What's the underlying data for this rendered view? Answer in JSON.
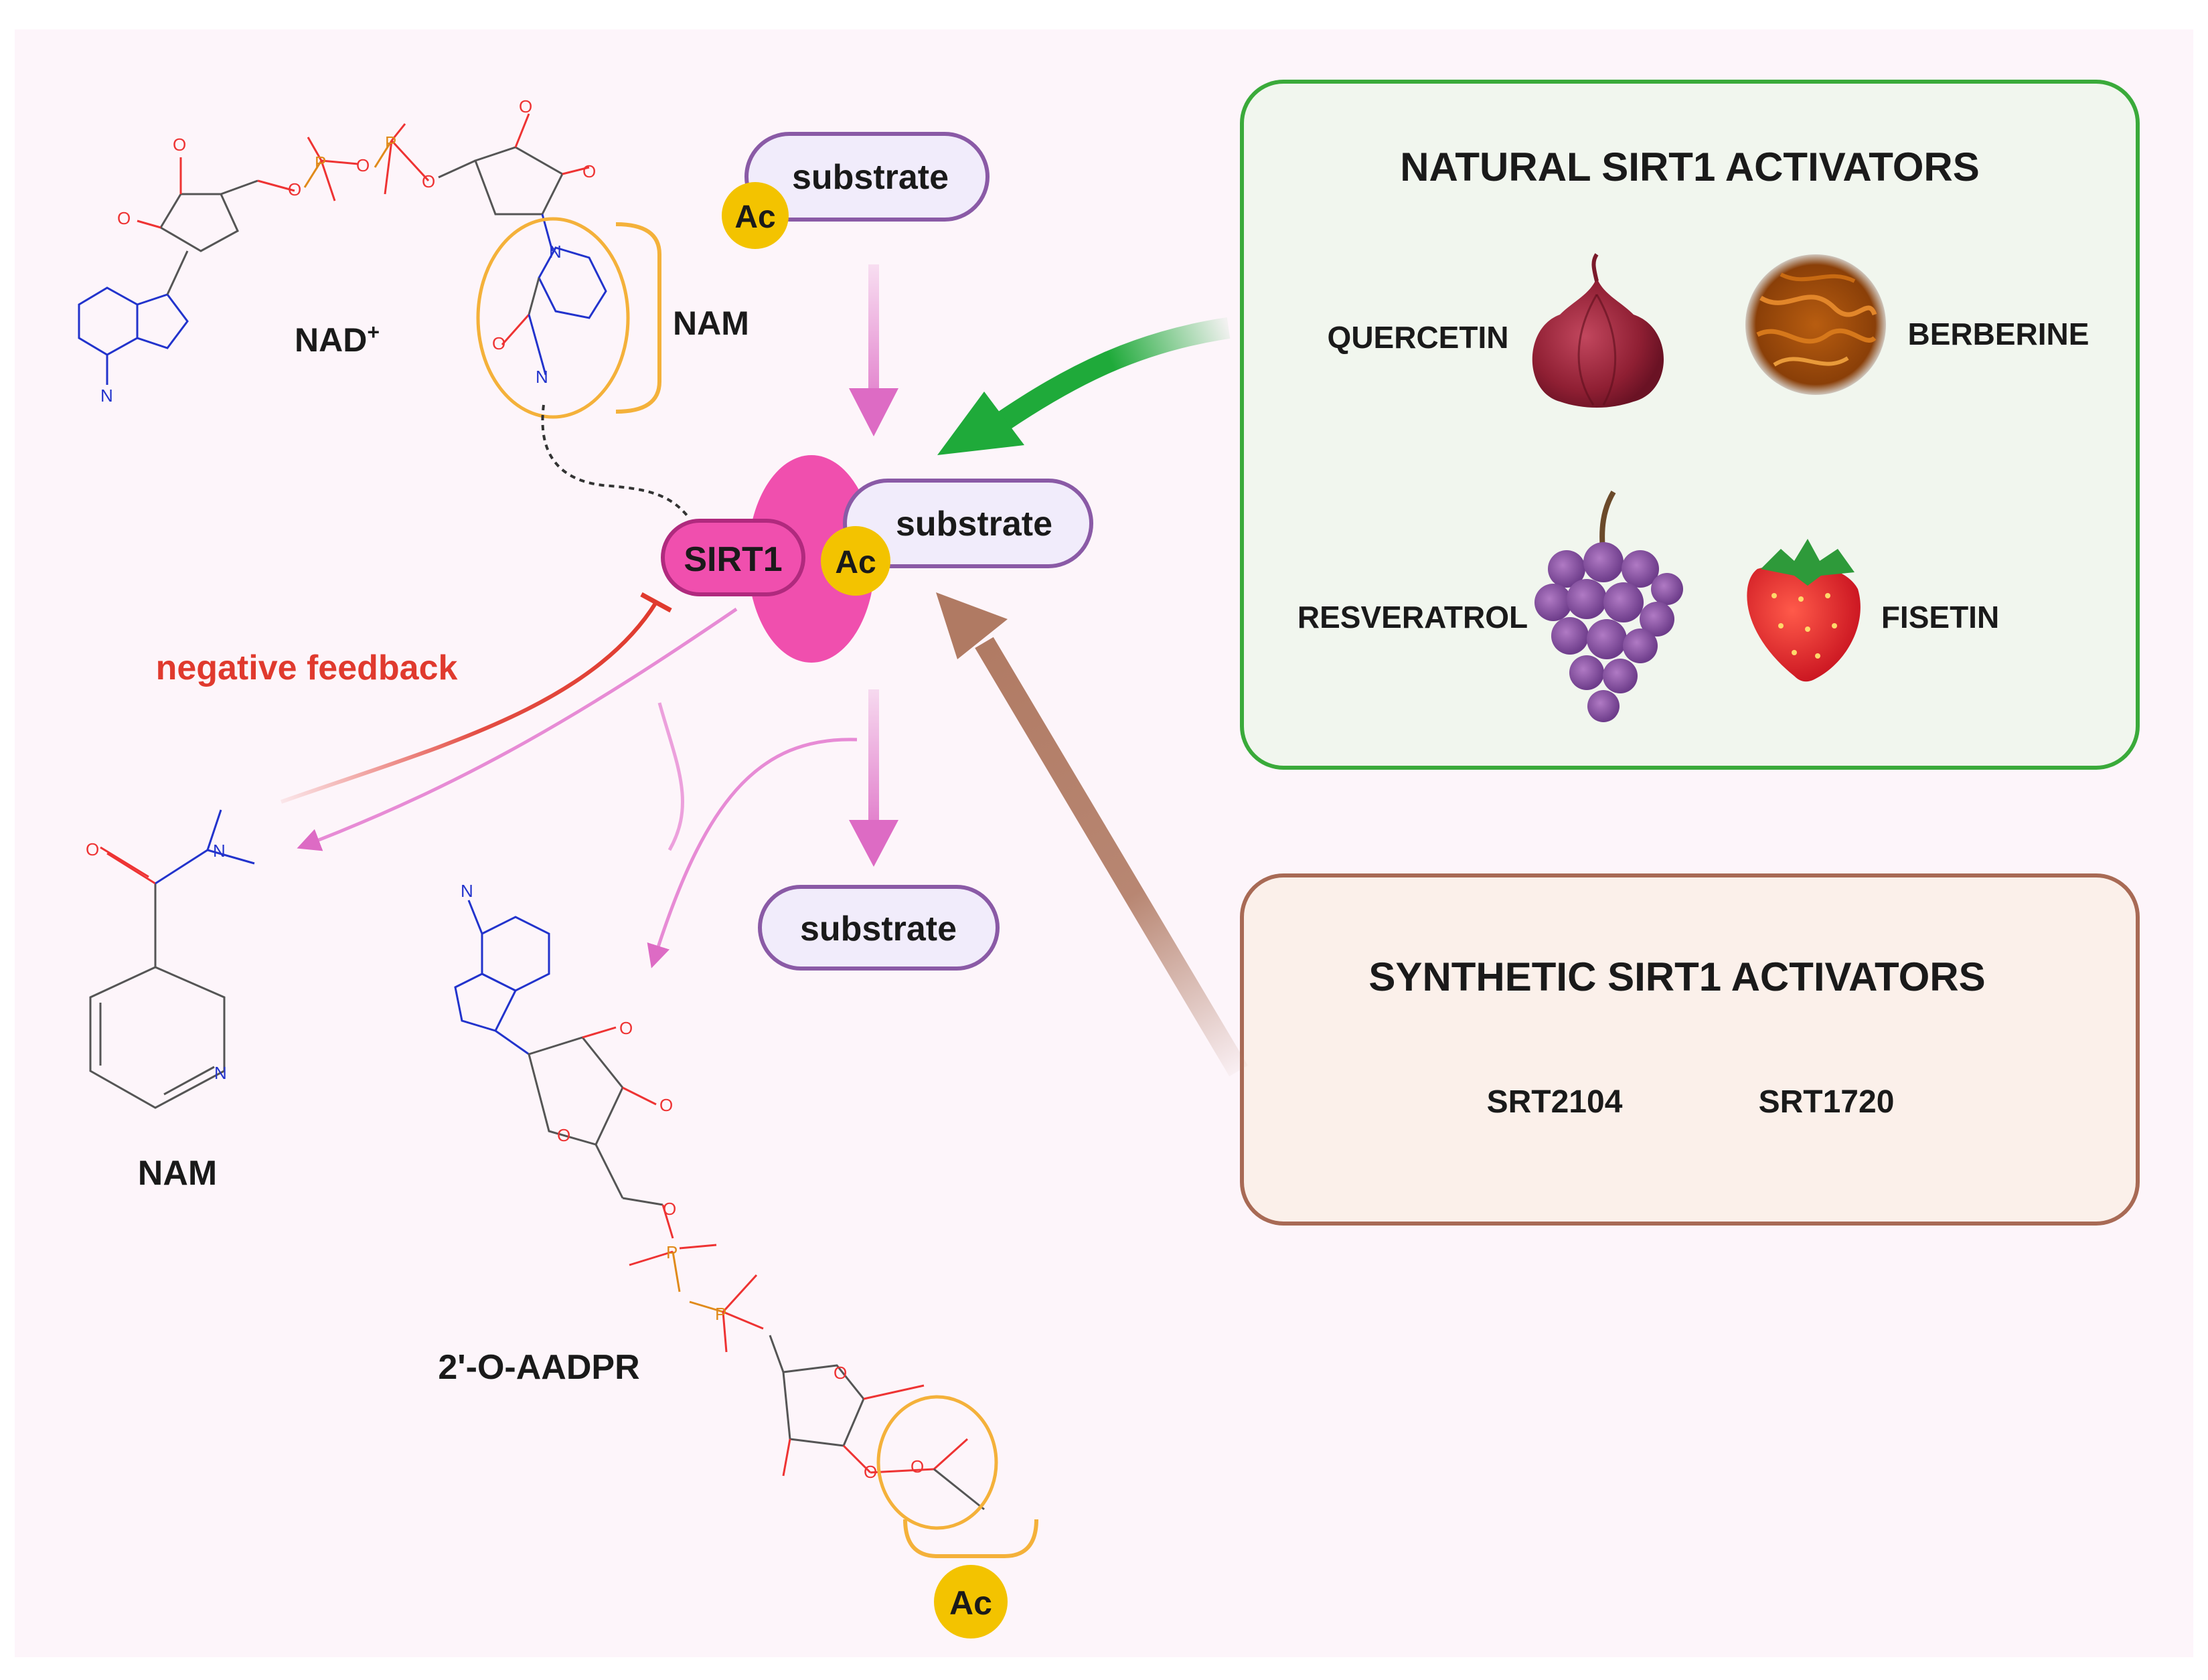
{
  "labels": {
    "nad": "NAD",
    "nad_sup": "+",
    "nam_bracket": "NAM",
    "nam_product": "NAM",
    "aadpr": "2'-O-AADPR",
    "sirt1": "SIRT1",
    "substrate": "substrate",
    "ac": "Ac",
    "negative_feedback": "negative feedback"
  },
  "natural_box": {
    "title": "NATURAL SIRT1 ACTIVATORS",
    "items": [
      "QUERCETIN",
      "BERBERINE",
      "RESVERATROL",
      "FISETIN"
    ]
  },
  "synthetic_box": {
    "title": "SYNTHETIC  SIRT1 ACTIVATORS",
    "items": [
      "SRT2104",
      "SRT1720"
    ]
  },
  "colors": {
    "background": "#fdf5fa",
    "sirt1_pink": "#f04fae",
    "ac_yellow": "#f3c300",
    "substrate_border": "#8a5aa6",
    "substrate_fill": "#f1ecfb",
    "pink_arrow": "#dd6bc4",
    "natural_border": "#3aaa3a",
    "natural_fill": "#f1f6ee",
    "synthetic_border": "#a86a55",
    "synthetic_fill": "#fbf0ea",
    "green_arrow": "#1faa3a",
    "brown_arrow": "#b07a63",
    "feedback_red": "#e03a2e",
    "nam_ring_orange": "#f4b13a"
  },
  "icons": [
    "onion-icon",
    "berberine-bowl-icon",
    "grapes-icon",
    "strawberry-icon"
  ]
}
